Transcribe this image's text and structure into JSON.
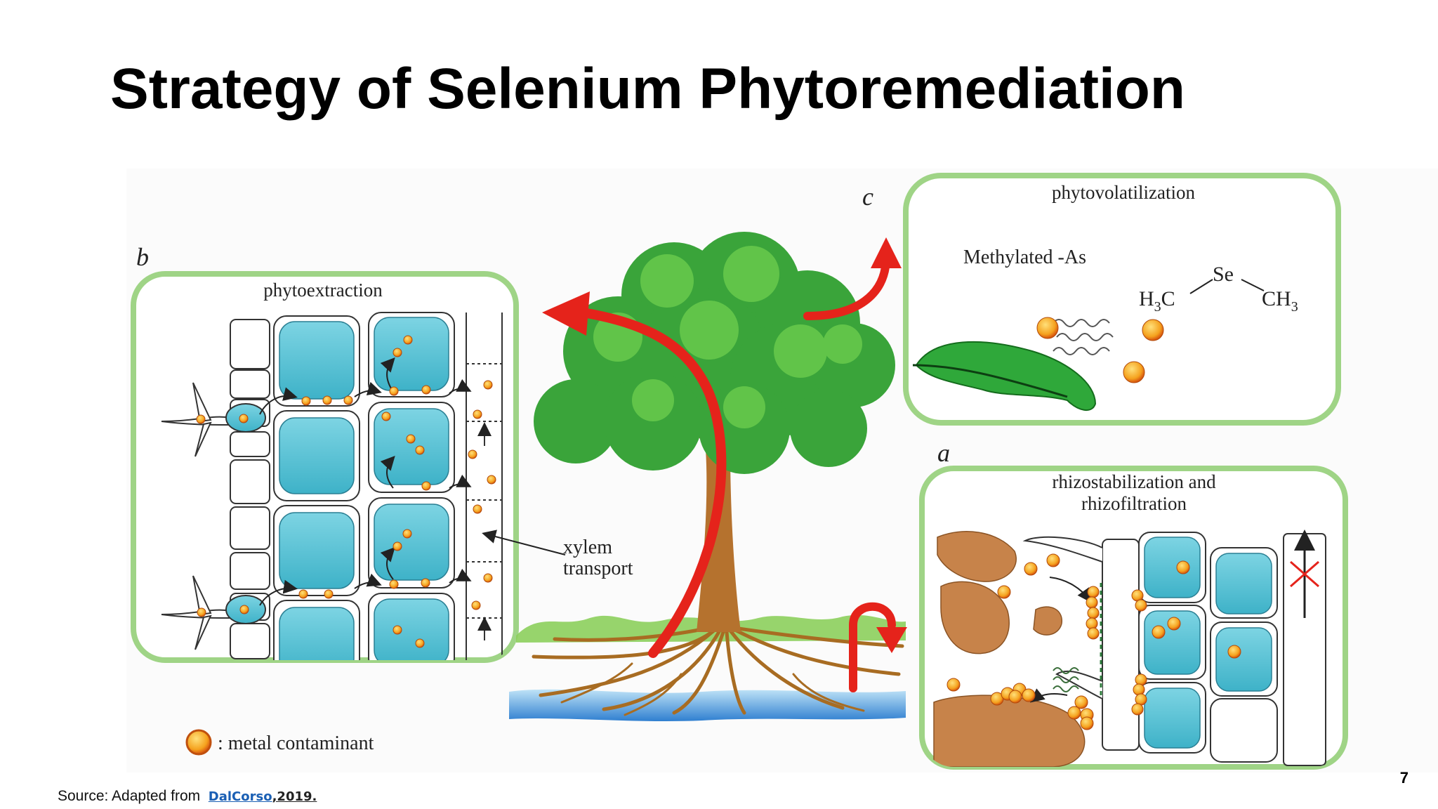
{
  "slide": {
    "title": "Strategy of Selenium Phytoremediation",
    "page_number": "7"
  },
  "source": {
    "prefix": "Source: Adapted from",
    "author_link": "DalCorso",
    "year": ",2019."
  },
  "diagram": {
    "panel_b": {
      "letter": "b",
      "title": "phytoextraction"
    },
    "panel_c": {
      "letter": "c",
      "title": "phytovolatilization",
      "compound_label": "Methylated -As",
      "formula_left": "H",
      "formula_left_sub": "3",
      "formula_left_tail": "C",
      "formula_center": "Se",
      "formula_right": "CH",
      "formula_right_sub": "3"
    },
    "panel_a": {
      "letter": "a",
      "title_line1": "rhizostabilization and",
      "title_line2": "rhizofiltration"
    },
    "xylem_line1": "xylem",
    "xylem_line2": "transport",
    "legend_label": ": metal contaminant",
    "colors": {
      "panel_border": "#9fd486",
      "cell_fill": "#5bc3d6",
      "contaminant": "#f29a1b",
      "arrow_red": "#e5231b",
      "soil": "#c7834a",
      "foliage": "#3aa43a",
      "trunk": "#b5722e"
    }
  }
}
